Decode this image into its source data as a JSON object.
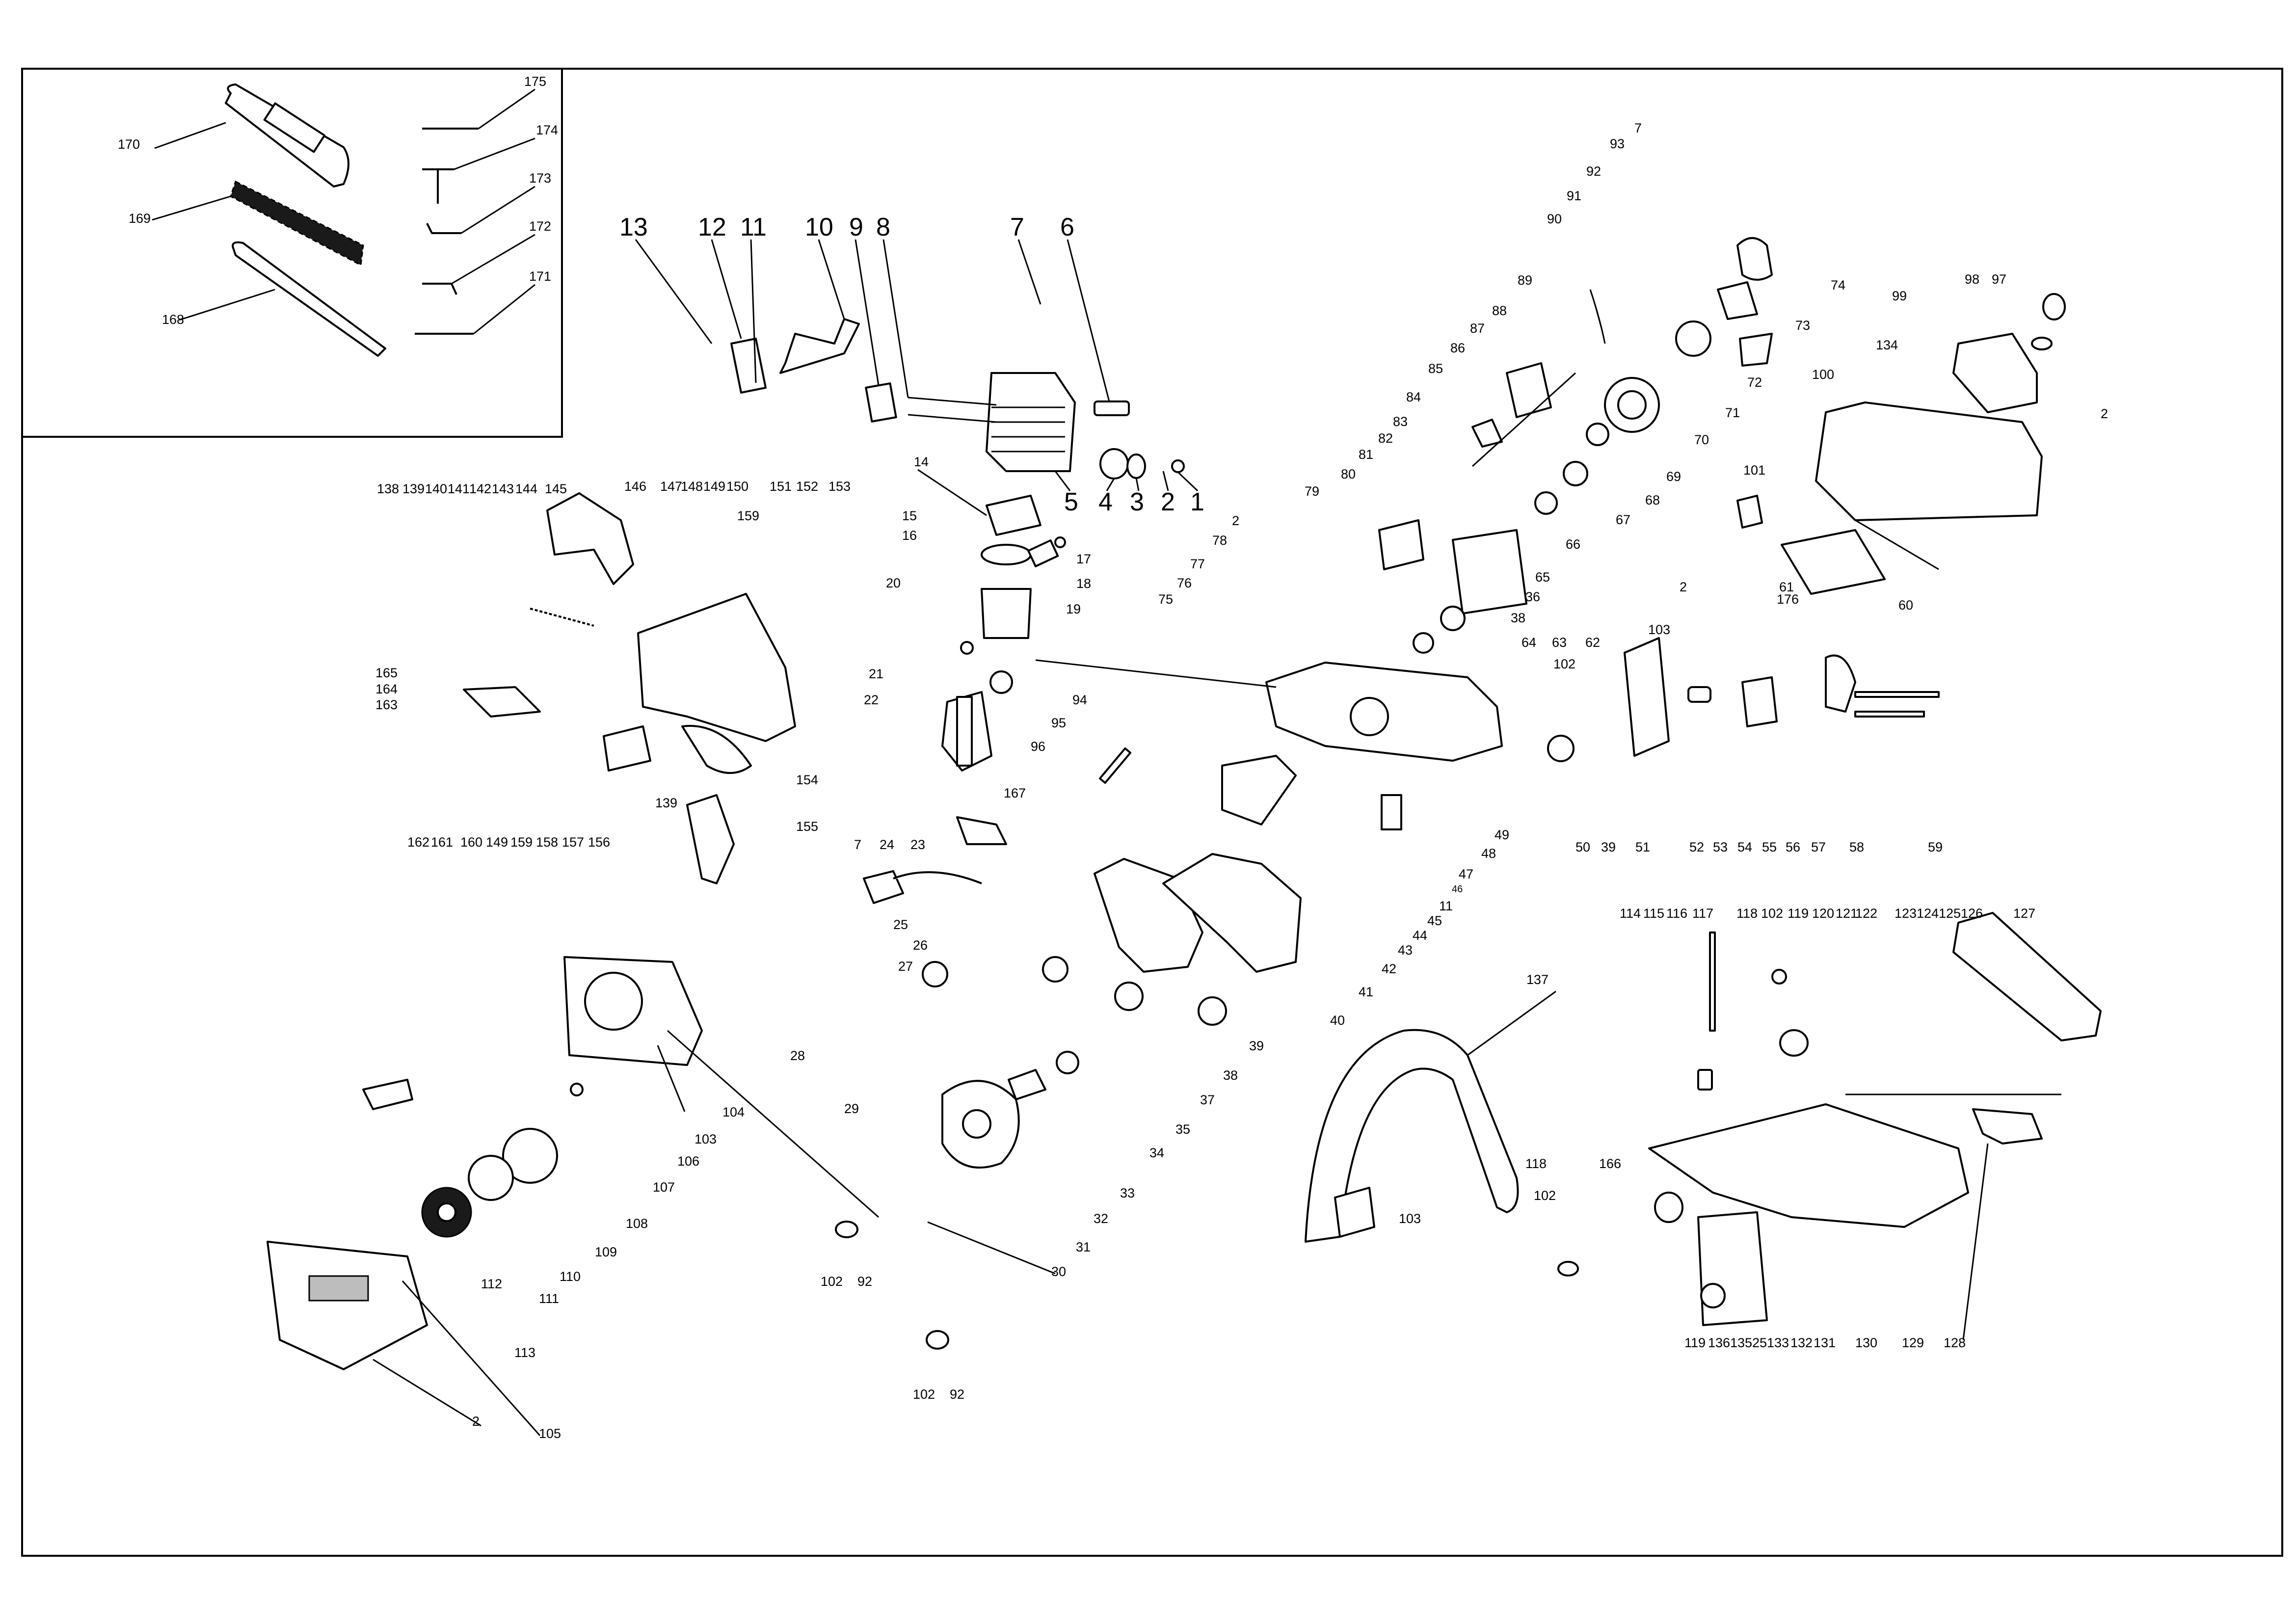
{
  "diagram": {
    "kit_labels": [
      "175",
      "174",
      "173",
      "172",
      "171",
      "170",
      "169",
      "168"
    ],
    "header_row_labels": [
      "13",
      "12",
      "11",
      "10",
      "9",
      "8",
      "7",
      "6"
    ],
    "cylinder_row_labels": [
      "5",
      "4",
      "3",
      "2",
      "1"
    ],
    "handle_cluster_labels": [
      "138",
      "139",
      "140",
      "141",
      "142",
      "143",
      "144",
      "145",
      "146",
      "147",
      "148",
      "149",
      "150",
      "151",
      "152",
      "153",
      "159"
    ],
    "handle_bottom_labels": [
      "165",
      "164",
      "163",
      "162",
      "161",
      "160",
      "149",
      "159",
      "158",
      "157",
      "156",
      "139",
      "154",
      "155"
    ],
    "crank_labels": [
      "14",
      "15",
      "16",
      "17",
      "18",
      "19",
      "20",
      "21",
      "22",
      "94",
      "95",
      "96",
      "167"
    ],
    "carb_labels": [
      "7",
      "24",
      "23",
      "25",
      "26",
      "27",
      "28",
      "29",
      "37",
      "38",
      "39",
      "35",
      "34",
      "33",
      "32",
      "31",
      "30",
      "102",
      "92",
      "102",
      "92"
    ],
    "engine_mid_labels": [
      "40",
      "41",
      "42",
      "43",
      "44",
      "11",
      "46",
      "45",
      "47",
      "48",
      "49"
    ],
    "clutch_labels": [
      "7",
      "93",
      "92",
      "91",
      "90",
      "89",
      "88",
      "87",
      "86",
      "85",
      "84",
      "83",
      "82",
      "81",
      "80",
      "79",
      "78",
      "77",
      "76",
      "75",
      "2",
      "74",
      "73",
      "72",
      "71",
      "70",
      "69",
      "68",
      "67",
      "66",
      "65",
      "36",
      "38",
      "64",
      "63",
      "62",
      "102",
      "103",
      "2"
    ],
    "crankcase_bottom_labels": [
      "50",
      "39",
      "51",
      "52",
      "53",
      "54",
      "55",
      "56",
      "57",
      "58",
      "59",
      "60",
      "61",
      "176",
      "101"
    ],
    "cover_labels": [
      "99",
      "98",
      "97",
      "134",
      "100",
      "2"
    ],
    "starter_labels": [
      "104",
      "103",
      "106",
      "107",
      "108",
      "109",
      "110",
      "111",
      "112",
      "113",
      "105",
      "2"
    ],
    "front_handle_labels": [
      "137",
      "118",
      "102",
      "103"
    ],
    "rear_handle_labels": [
      "114",
      "115",
      "116",
      "117",
      "118",
      "102",
      "119",
      "120",
      "121",
      "122",
      "123",
      "124",
      "125",
      "126",
      "127",
      "166",
      "119",
      "136",
      "135",
      "25",
      "133",
      "132",
      "131",
      "130",
      "129",
      "128"
    ]
  }
}
